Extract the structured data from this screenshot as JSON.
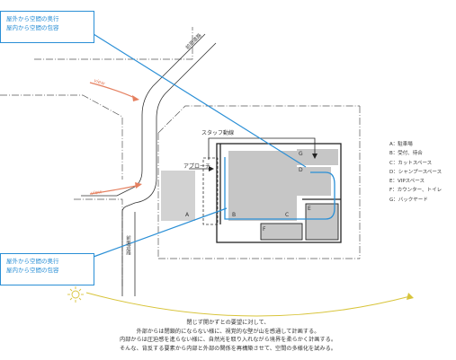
{
  "callouts": {
    "top": [
      "屋外から空間の奥行",
      "屋内から空間の包容"
    ],
    "bottom": [
      "屋外から空間の奥行",
      "屋内から空間の包容"
    ]
  },
  "roads": {
    "north": "前面道路",
    "south": "前面道路"
  },
  "views": {
    "upper": "view",
    "lower": "view"
  },
  "labels": {
    "staff_route": "スタッフ動線",
    "approach": "アプローチ"
  },
  "zones": [
    "A",
    "B",
    "C",
    "D",
    "E",
    "F",
    "G"
  ],
  "legend": [
    "A：駐車場",
    "B：受付、待合",
    "C：カットスペース",
    "D：シャンプースペース",
    "E：VIPスペース",
    "F：カウンター、トイレ",
    "G：バックヤード"
  ],
  "caption": [
    "閉じず開かずとの要望に対して、",
    "外部からは閉鎖的にならない様に、視覚的な壁が山を感通して計画する。",
    "内部からは圧迫感を進らない様に、自然光を取り入れながら境界を柔らかく計画する。",
    "そんな、背反する要素から内部と外部の関係を再構築させて、空間の多様化を試みる。"
  ],
  "colors": {
    "accent_blue": "#2a8fd6",
    "view_arrow": "#e58060",
    "sun": "#d8c43a",
    "zone_fill": "#c6c6c6"
  }
}
